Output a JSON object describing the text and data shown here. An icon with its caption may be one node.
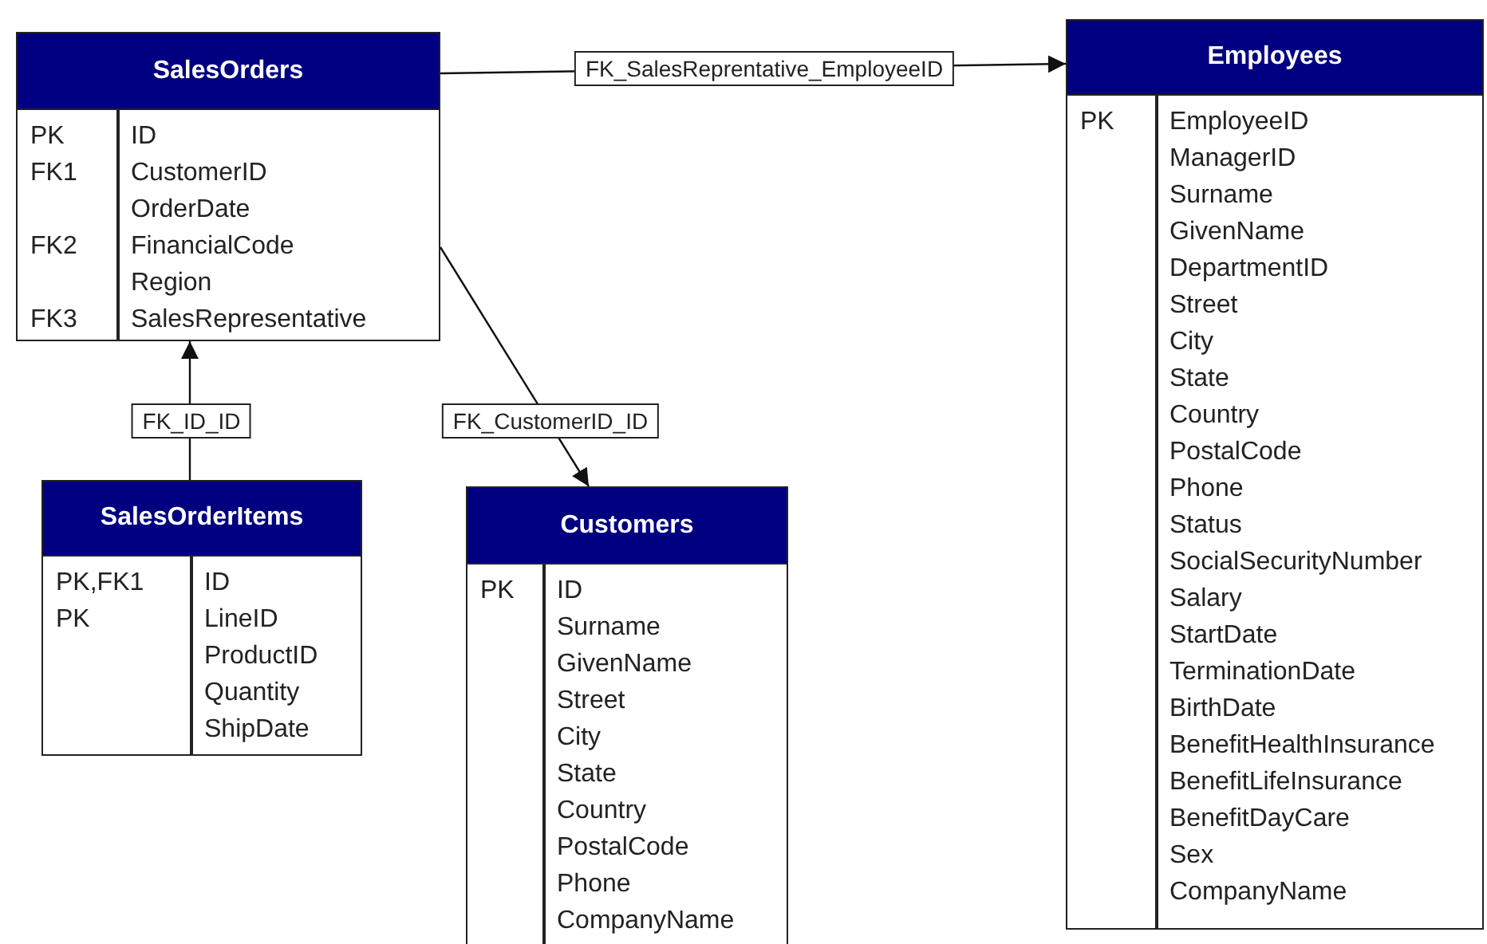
{
  "diagram": {
    "nodes": [
      {
        "text": [
          "SalesOrders",
          "PK",
          "ID",
          "FK1",
          "CustomerID",
          "OrderDate",
          "FK2",
          "FinancialCode",
          "Region",
          "FK3",
          "SalesRepresentative"
        ]
      },
      {
        "text": [
          "Employees",
          "PK",
          "EmployeeID",
          "ManagerID",
          "Surname",
          "GivenName",
          "DepartmentID",
          "Street",
          "City",
          "State",
          "Country",
          "PostalCode",
          "Phone",
          "Status",
          "SocialSecurityNumber",
          "Salary",
          "StartDate",
          "TerminationDate",
          "BirthDate",
          "BenefitHealthInsurance",
          "BenefitLifeInsurance",
          "BenefitDayCare",
          "Sex",
          "CompanyName"
        ]
      },
      {
        "text": [
          "SalesOrderItems",
          "PK,FK1",
          "ID",
          "PK",
          "LineID",
          "ProductID",
          "Quantity",
          "ShipDate"
        ]
      },
      {
        "text": [
          "Customers",
          "PK",
          "ID",
          "Surname",
          "GivenName",
          "Street",
          "City",
          "State",
          "Country",
          "PostalCode",
          "Phone",
          "CompanyName"
        ]
      }
    ],
    "edges": [
      {
        "from": 0,
        "to": 1,
        "arrow": "to",
        "label": "FK_SalesReprentative_EmployeeID"
      },
      {
        "from": 2,
        "to": 0,
        "arrow": "to",
        "label": "FK_ID_ID"
      },
      {
        "from": 0,
        "to": 3,
        "arrow": "to",
        "label": "FK_CustomerID_ID"
      }
    ]
  }
}
